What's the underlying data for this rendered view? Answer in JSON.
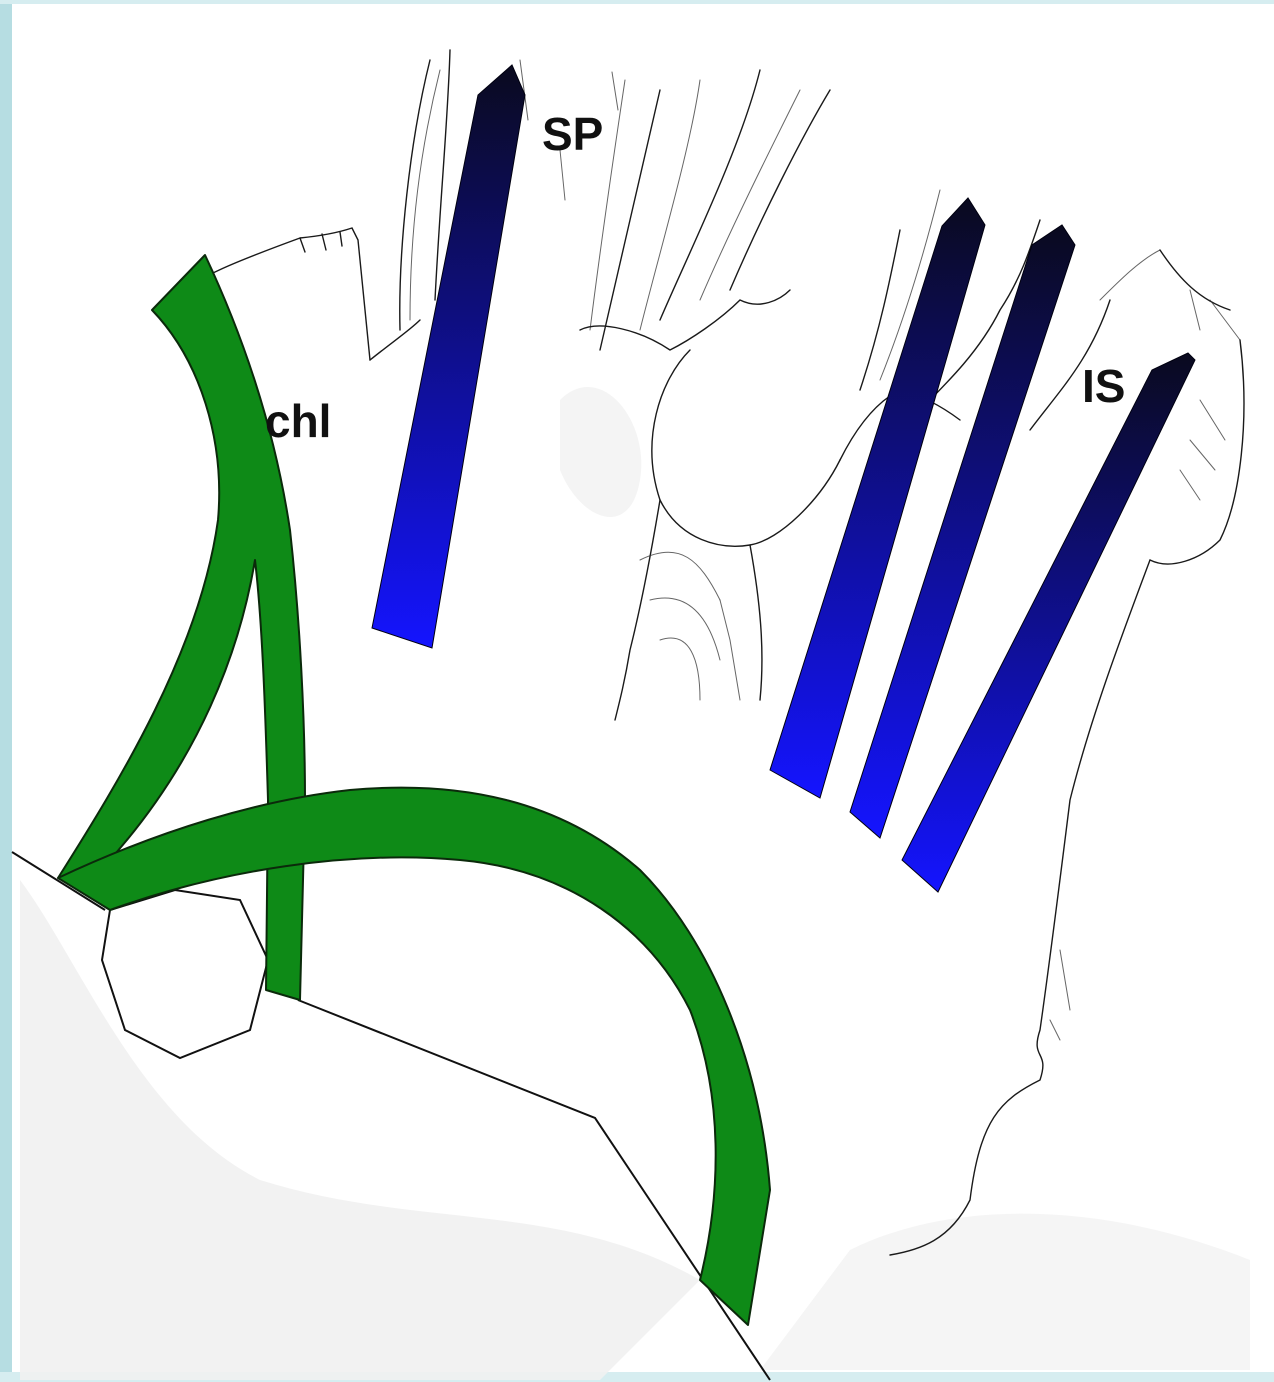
{
  "labels": {
    "supraspinatus": "SP",
    "ligament": "chl",
    "infraspinatus": "IS"
  },
  "colors": {
    "frame_border": "#b6dde2",
    "ligament_green": "#0e8a17",
    "arrow_top": "#0a0a1e",
    "arrow_bottom": "#1414ff",
    "background": "#ffffff",
    "shading": "#eeeeee"
  }
}
